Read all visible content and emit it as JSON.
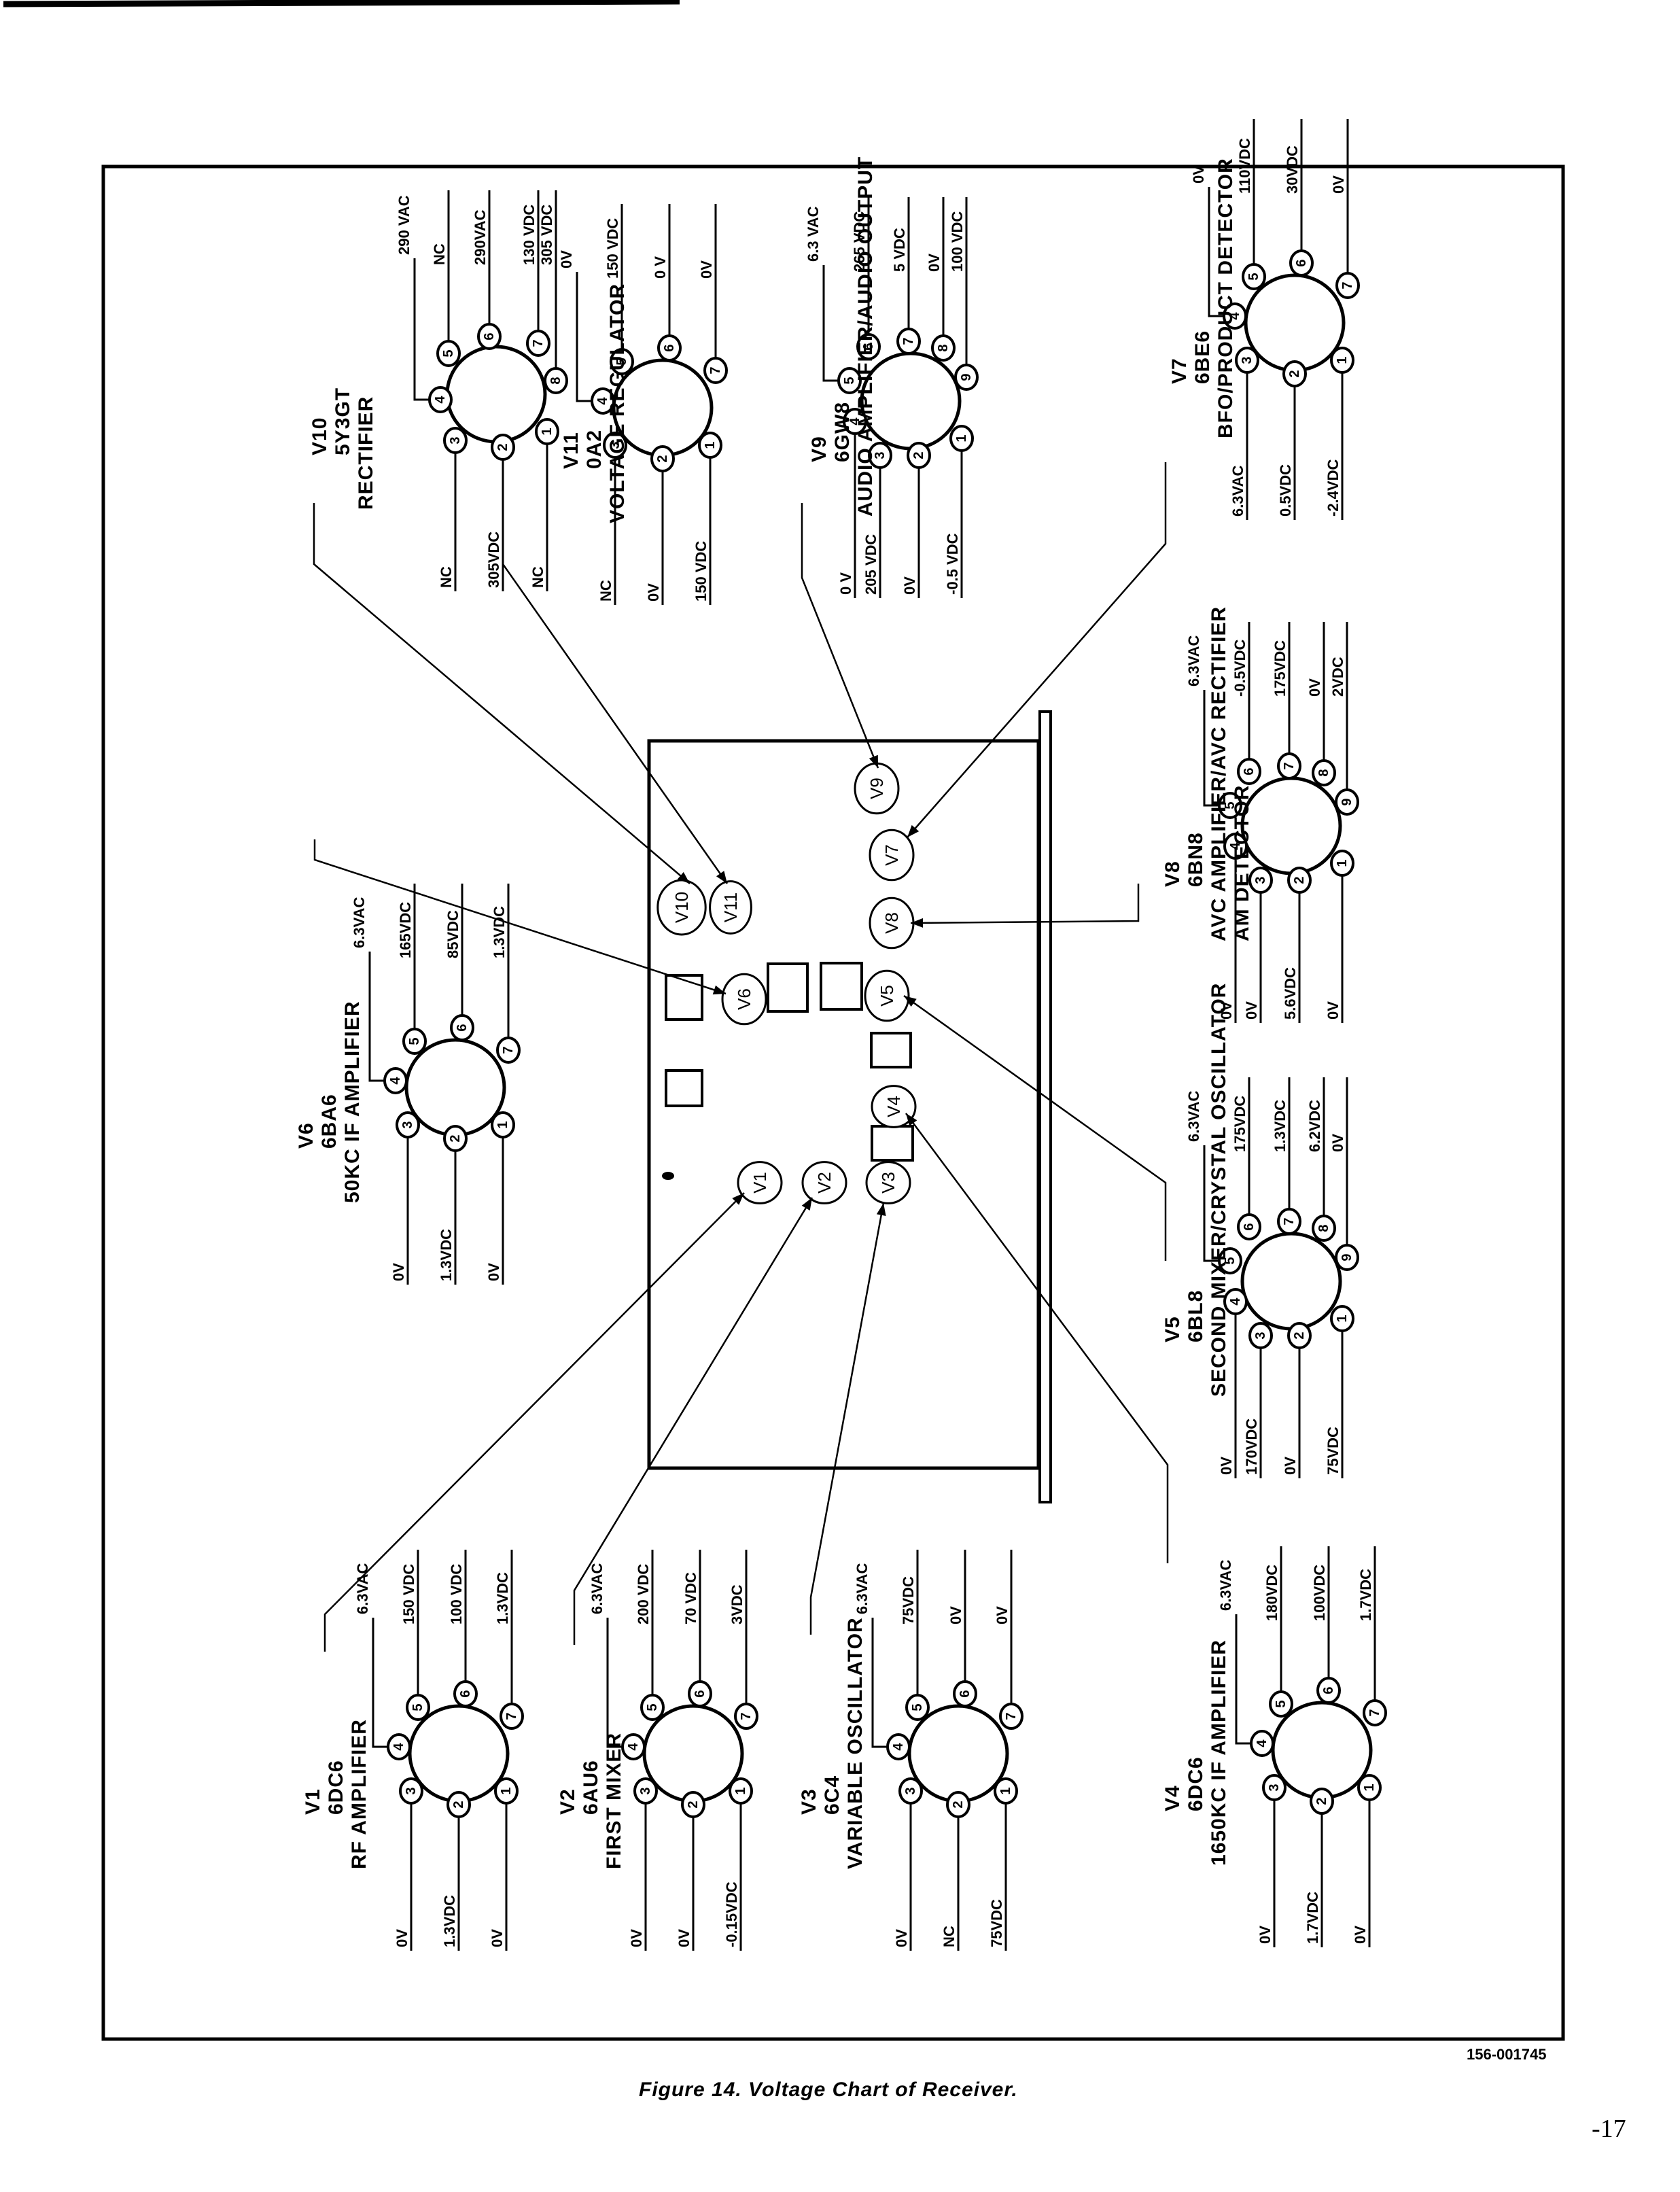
{
  "page": {
    "figure_caption": "Figure 14.  Voltage Chart of Receiver.",
    "document_number": "156-001745",
    "page_number": "-17"
  },
  "chassis": {
    "tube_positions": [
      "V10",
      "V11",
      "V9",
      "V7",
      "V8",
      "V6",
      "V5",
      "V4",
      "V3",
      "V1",
      "V2"
    ]
  },
  "tubes": [
    {
      "id": "V10",
      "type": "5Y3GT",
      "function": "RECTIFIER",
      "pins": [
        {
          "pin": "1",
          "voltage": "NC"
        },
        {
          "pin": "2",
          "voltage": "305VDC"
        },
        {
          "pin": "3",
          "voltage": "NC"
        },
        {
          "pin": "4",
          "voltage": "290 VAC"
        },
        {
          "pin": "5",
          "voltage": "NC"
        },
        {
          "pin": "6",
          "voltage": "290VAC"
        },
        {
          "pin": "7",
          "voltage": "130 VDC"
        },
        {
          "pin": "8",
          "voltage": "305 VDC"
        }
      ]
    },
    {
      "id": "V11",
      "type": "0A2",
      "function": "VOLTAGE REGULATOR",
      "pins": [
        {
          "pin": "1",
          "voltage": "150 VDC"
        },
        {
          "pin": "2",
          "voltage": "0V"
        },
        {
          "pin": "3",
          "voltage": "NC"
        },
        {
          "pin": "4",
          "voltage": "0V"
        },
        {
          "pin": "5",
          "voltage": "150 VDC"
        },
        {
          "pin": "6",
          "voltage": "0 V"
        },
        {
          "pin": "7",
          "voltage": "0V"
        }
      ]
    },
    {
      "id": "V9",
      "type": "6GW8",
      "function": "AUDIO AMPLIFIER/AUDIO OUTPUT",
      "pins": [
        {
          "pin": "1",
          "voltage": "-0.5 VDC"
        },
        {
          "pin": "2",
          "voltage": "0V"
        },
        {
          "pin": "3",
          "voltage": "205 VDC"
        },
        {
          "pin": "4",
          "voltage": "0 V"
        },
        {
          "pin": "5",
          "voltage": "6.3 VAC"
        },
        {
          "pin": "6",
          "voltage": "265 VDC"
        },
        {
          "pin": "7",
          "voltage": "5 VDC"
        },
        {
          "pin": "8",
          "voltage": "0V"
        },
        {
          "pin": "9",
          "voltage": "100 VDC"
        }
      ]
    },
    {
      "id": "V7",
      "type": "6BE6",
      "function": "BFO/PRODUCT DETECTOR",
      "pins": [
        {
          "pin": "1",
          "voltage": "-2.4VDC"
        },
        {
          "pin": "2",
          "voltage": "0.5VDC"
        },
        {
          "pin": "3",
          "voltage": "6.3VAC"
        },
        {
          "pin": "4",
          "voltage": "0V"
        },
        {
          "pin": "5",
          "voltage": "110VDC"
        },
        {
          "pin": "6",
          "voltage": "30VDC"
        },
        {
          "pin": "7",
          "voltage": "0V"
        }
      ]
    },
    {
      "id": "V6",
      "type": "6BA6",
      "function": "50KC IF AMPLIFIER",
      "pins": [
        {
          "pin": "1",
          "voltage": "0V"
        },
        {
          "pin": "2",
          "voltage": "1.3VDC"
        },
        {
          "pin": "3",
          "voltage": "0V"
        },
        {
          "pin": "4",
          "voltage": "6.3VAC"
        },
        {
          "pin": "5",
          "voltage": "165VDC"
        },
        {
          "pin": "6",
          "voltage": "85VDC"
        },
        {
          "pin": "7",
          "voltage": "1.3VDC"
        }
      ]
    },
    {
      "id": "V8",
      "type": "6BN8",
      "function": "AVC AMPLIFIER/AVC RECTIFIER",
      "function2": "AM DETECTOR",
      "pins": [
        {
          "pin": "1",
          "voltage": "0V"
        },
        {
          "pin": "2",
          "voltage": "5.6VDC"
        },
        {
          "pin": "3",
          "voltage": "0V"
        },
        {
          "pin": "4",
          "voltage": "0V"
        },
        {
          "pin": "5",
          "voltage": "6.3VAC"
        },
        {
          "pin": "6",
          "voltage": "-0.5VDC"
        },
        {
          "pin": "7",
          "voltage": "175VDC"
        },
        {
          "pin": "8",
          "voltage": "0V"
        },
        {
          "pin": "9",
          "voltage": "2VDC"
        }
      ]
    },
    {
      "id": "V5",
      "type": "6BL8",
      "function": "SECOND MIXER/CRYSTAL OSCILLATOR",
      "pins": [
        {
          "pin": "1",
          "voltage": "75VDC"
        },
        {
          "pin": "2",
          "voltage": "0V"
        },
        {
          "pin": "3",
          "voltage": "170VDC"
        },
        {
          "pin": "4",
          "voltage": "0V"
        },
        {
          "pin": "5",
          "voltage": "6.3VAC"
        },
        {
          "pin": "6",
          "voltage": "175VDC"
        },
        {
          "pin": "7",
          "voltage": "1.3VDC"
        },
        {
          "pin": "8",
          "voltage": "6.2VDC"
        },
        {
          "pin": "9",
          "voltage": "0V"
        }
      ]
    },
    {
      "id": "V1",
      "type": "6DC6",
      "function": "RF AMPLIFIER",
      "pins": [
        {
          "pin": "1",
          "voltage": "0V"
        },
        {
          "pin": "2",
          "voltage": "1.3VDC"
        },
        {
          "pin": "3",
          "voltage": "0V"
        },
        {
          "pin": "4",
          "voltage": "6.3VAC"
        },
        {
          "pin": "5",
          "voltage": "150 VDC"
        },
        {
          "pin": "6",
          "voltage": "100 VDC"
        },
        {
          "pin": "7",
          "voltage": "1.3VDC"
        }
      ]
    },
    {
      "id": "V2",
      "type": "6AU6",
      "function": "FIRST MIXER",
      "pins": [
        {
          "pin": "1",
          "voltage": "-0.15VDC"
        },
        {
          "pin": "2",
          "voltage": "0V"
        },
        {
          "pin": "3",
          "voltage": "0V"
        },
        {
          "pin": "4",
          "voltage": "6.3VAC"
        },
        {
          "pin": "5",
          "voltage": "200 VDC"
        },
        {
          "pin": "6",
          "voltage": "70 VDC"
        },
        {
          "pin": "7",
          "voltage": "3VDC"
        }
      ]
    },
    {
      "id": "V3",
      "type": "6C4",
      "function": "VARIABLE OSCILLATOR",
      "pins": [
        {
          "pin": "1",
          "voltage": "75VDC"
        },
        {
          "pin": "2",
          "voltage": "NC"
        },
        {
          "pin": "3",
          "voltage": "0V"
        },
        {
          "pin": "4",
          "voltage": "6.3VAC"
        },
        {
          "pin": "5",
          "voltage": "75VDC"
        },
        {
          "pin": "6",
          "voltage": "0V"
        },
        {
          "pin": "7",
          "voltage": "0V"
        }
      ]
    },
    {
      "id": "V4",
      "type": "6DC6",
      "function": "1650KC IF AMPLIFIER",
      "pins": [
        {
          "pin": "1",
          "voltage": "0V"
        },
        {
          "pin": "2",
          "voltage": "1.7VDC"
        },
        {
          "pin": "3",
          "voltage": "0V"
        },
        {
          "pin": "4",
          "voltage": "6.3VAC"
        },
        {
          "pin": "5",
          "voltage": "180VDC"
        },
        {
          "pin": "6",
          "voltage": "100VDC"
        },
        {
          "pin": "7",
          "voltage": "1.7VDC"
        }
      ]
    }
  ]
}
